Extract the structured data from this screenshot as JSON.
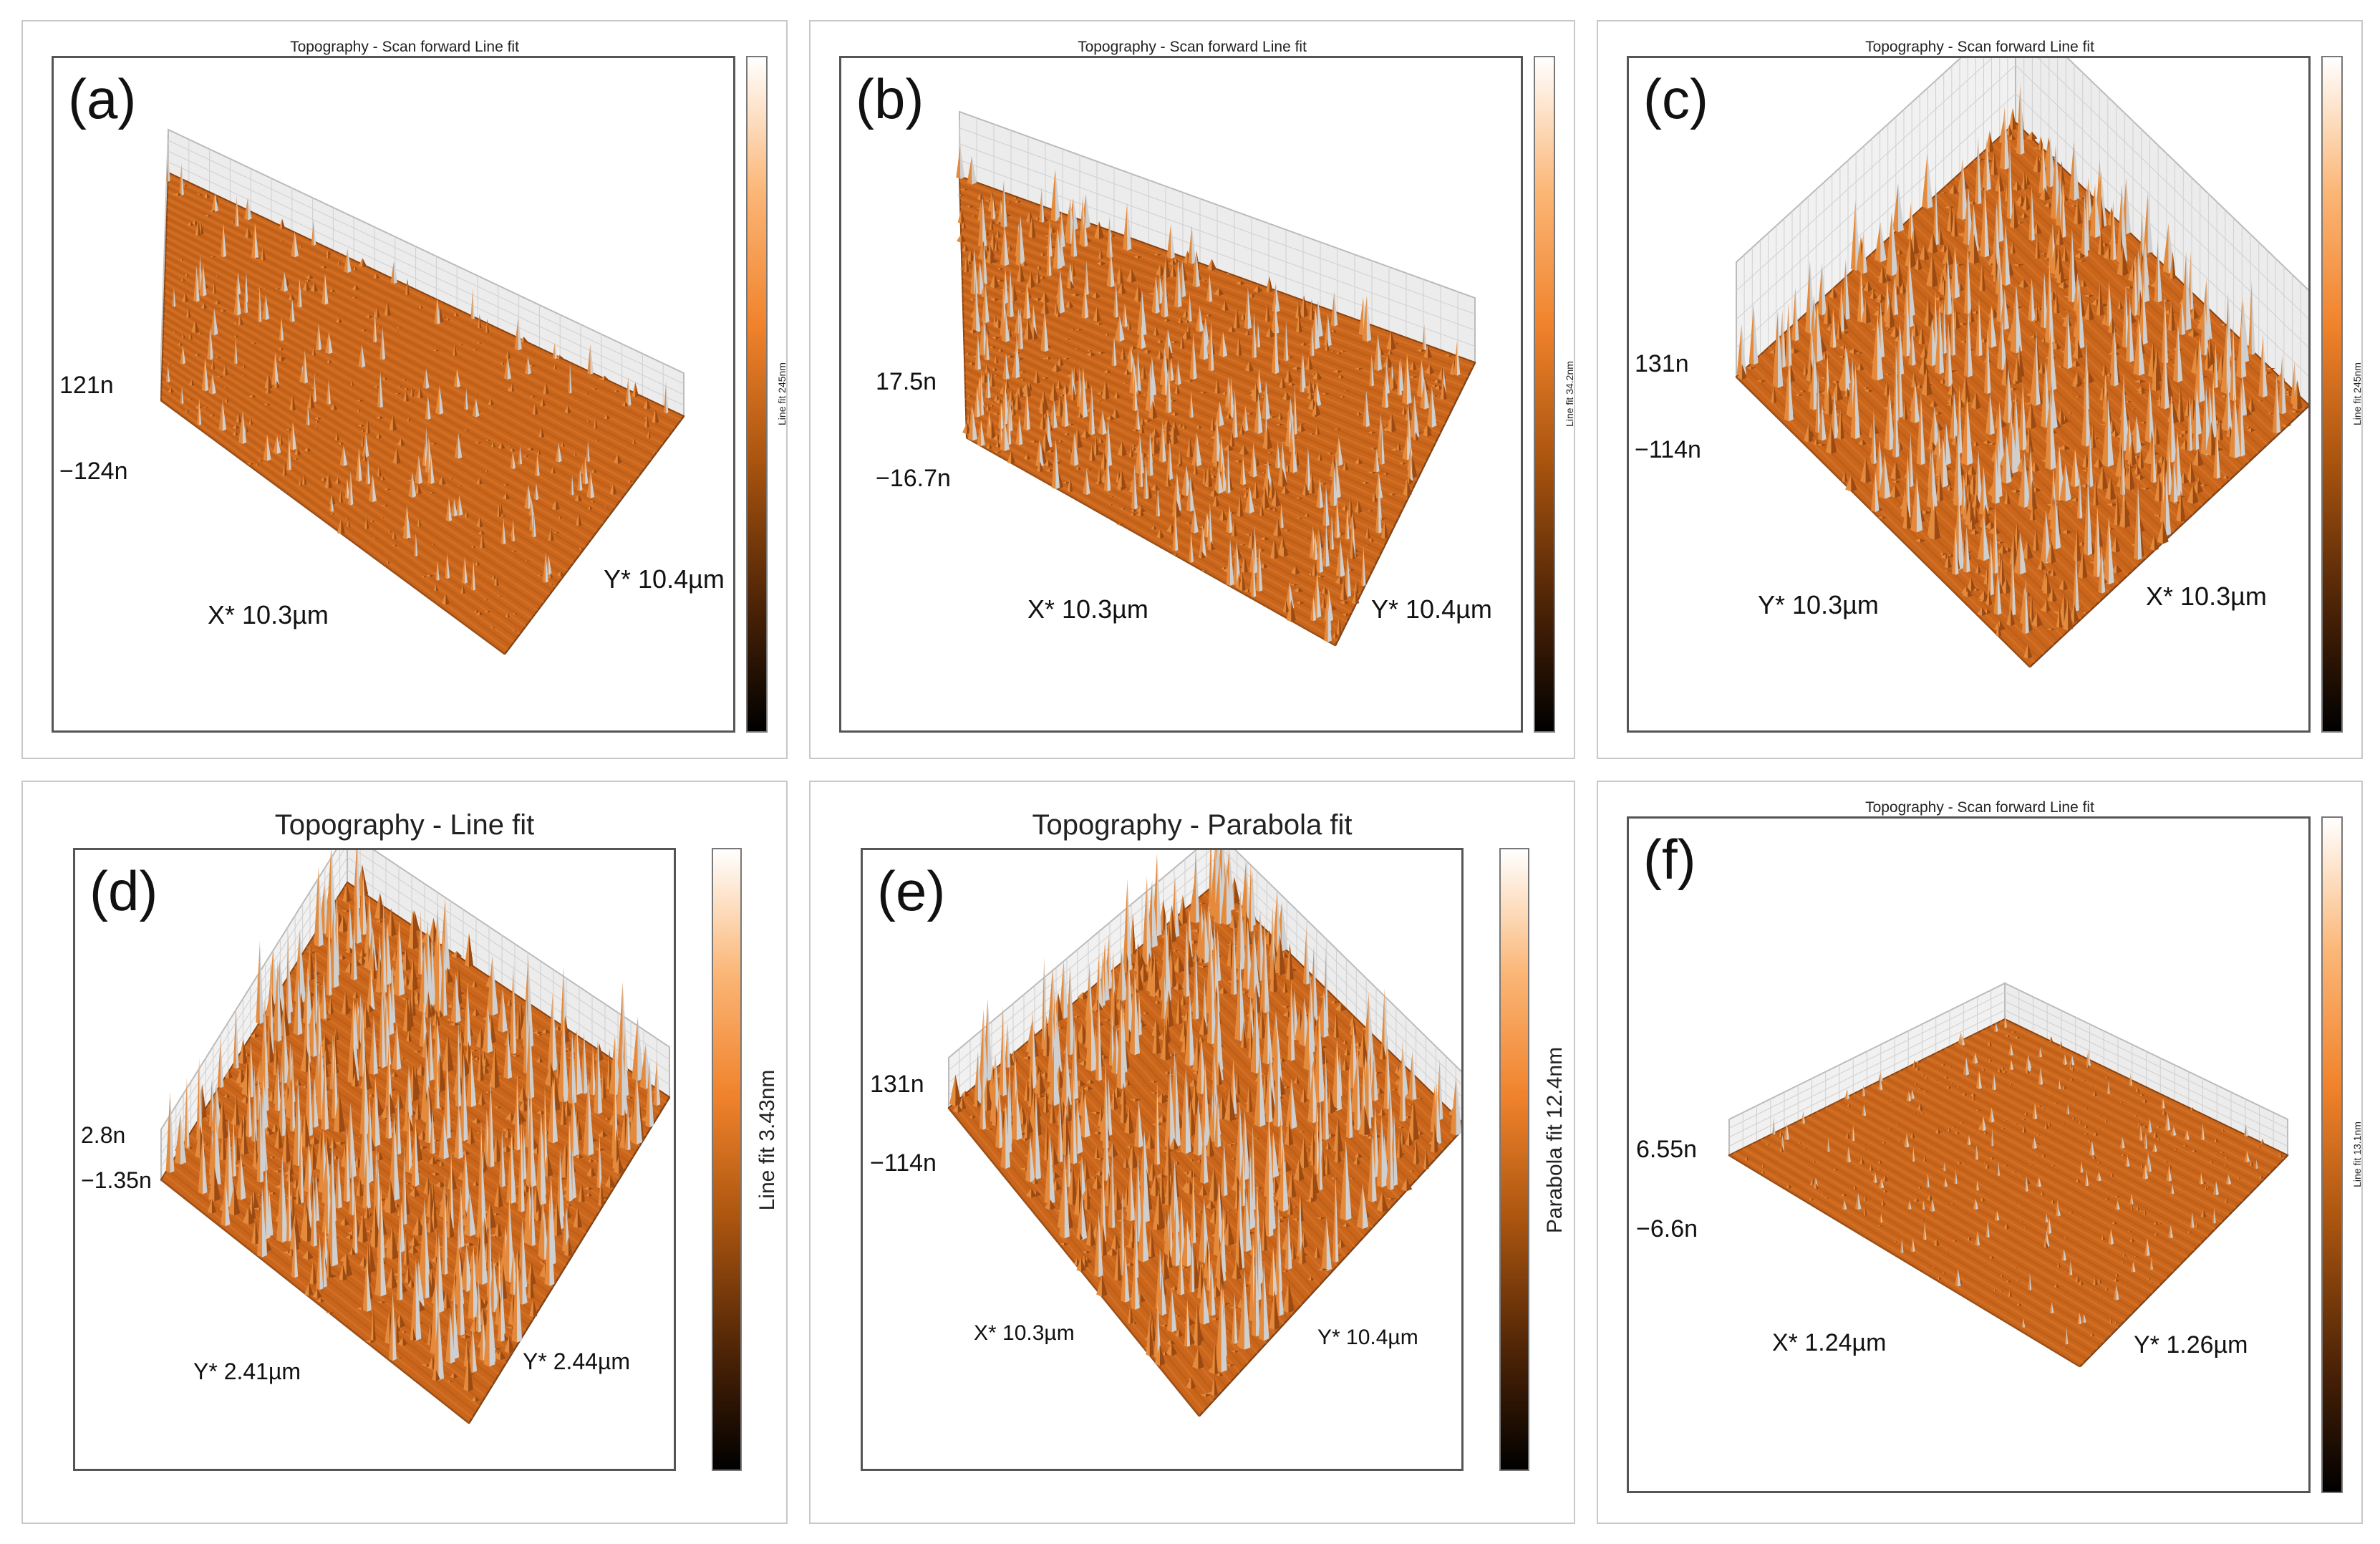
{
  "colors": {
    "orange": "#d87424",
    "highlight": "#f6a862",
    "shadow": "#7a3a0c",
    "frame": "#c8c8c8"
  },
  "panels": [
    {
      "letter": "(a)",
      "title": "Topography - Scan forward   Line fit",
      "z_max": "121n",
      "z_min": "−124n",
      "axis1": "X* 10.3µm",
      "axis2": "Y* 10.4µm",
      "colorbar_label": "Line fit 245nm"
    },
    {
      "letter": "(b)",
      "title": "Topography - Scan forward   Line fit",
      "z_max": "17.5n",
      "z_min": "−16.7n",
      "axis1": "X* 10.3µm",
      "axis2": "Y* 10.4µm",
      "colorbar_label": "Line fit 34.2nm"
    },
    {
      "letter": "(c)",
      "title": "Topography - Scan forward   Line fit",
      "z_max": "131n",
      "z_min": "−114n",
      "axis1": "Y* 10.3µm",
      "axis2": "X* 10.3µm",
      "colorbar_label": "Line fit 245nm"
    },
    {
      "letter": "(d)",
      "title": "Topography - Line fit",
      "z_max": "2.8n",
      "z_min": "−1.35n",
      "axis1": "Y* 2.41µm",
      "axis2": "Y* 2.44µm",
      "colorbar_label": "Line fit 3.43nm"
    },
    {
      "letter": "(e)",
      "title": "Topography - Parabola fit",
      "z_max": "131n",
      "z_min": "−114n",
      "axis1": "X* 10.3µm",
      "axis2": "Y* 10.4µm",
      "colorbar_label": "Parabola fit 12.4nm"
    },
    {
      "letter": "(f)",
      "title": "Topography - Scan forward   Line fit",
      "z_max": "6.55n",
      "z_min": "−6.6n",
      "axis1": "X* 1.24µm",
      "axis2": "Y* 1.26µm",
      "colorbar_label": "Line fit 13.1nm"
    }
  ]
}
